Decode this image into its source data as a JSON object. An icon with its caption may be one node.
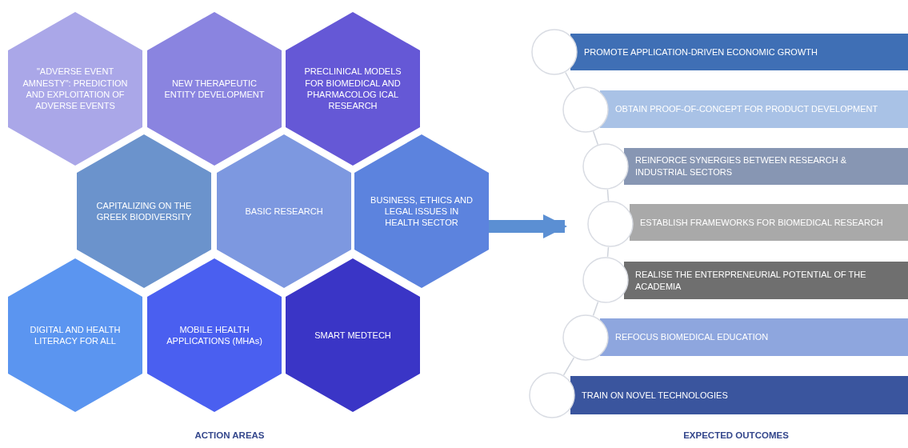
{
  "diagram": {
    "nodes": [
      {
        "text": [
          "\"ADVERSE EVENT AMNESTY\": PREDICTION AND EXPLOITATION OF ADVERSE EVENTS"
        ]
      },
      {
        "text": [
          "NEW THERAPEUTIC ENTITY DEVELOPMENT"
        ]
      },
      {
        "text": [
          "PRECLINICAL MODELS FOR BIOMEDICAL AND PHARMACOLOG ICAL RESEARCH"
        ]
      },
      {
        "text": [
          "CAPITALIZING ON THE GREEK BIODIVERSITY"
        ]
      },
      {
        "text": [
          "BASIC RESEARCH"
        ]
      },
      {
        "text": [
          "BUSINESS, ETHICS AND LEGAL ISSUES IN HEALTH SECTOR"
        ]
      },
      {
        "text": [
          "DIGITAL AND HEALTH LITERACY FOR ALL"
        ]
      },
      {
        "text": [
          "MOBILE HEALTH APPLICATIONS (MHAs)"
        ]
      },
      {
        "text": [
          "SMART MEDTECH"
        ]
      },
      {
        "text": [
          "PROMOTE APPLICATION-DRIVEN ECONOMIC GROWTH"
        ]
      },
      {
        "text": [
          "OBTAIN PROOF-OF-CONCEPT FOR PRODUCT DEVELOPMENT"
        ]
      },
      {
        "text": [
          "REINFORCE SYNERGIES BETWEEN RESEARCH & INDUSTRIAL SECTORS"
        ]
      },
      {
        "text": [
          "ESTABLISH FRAMEWORKS FOR BIOMEDICAL RESEARCH"
        ]
      },
      {
        "text": [
          "REALISE THE ENTERPRENEURIAL POTENTIAL OF THE ACADEMIA"
        ]
      },
      {
        "text": [
          "REFOCUS BIOMEDICAL EDUCATION"
        ]
      },
      {
        "text": [
          "TRAIN ON NOVEL TECHNOLOGIES"
        ]
      },
      {
        "text": [],
        "shape": "circle"
      },
      {
        "text": [],
        "shape": "circle"
      },
      {
        "text": [],
        "shape": "circle"
      },
      {
        "text": [],
        "shape": "circle"
      },
      {
        "text": [],
        "shape": "circle"
      },
      {
        "text": [],
        "shape": "circle"
      },
      {
        "text": [],
        "shape": "circle"
      }
    ],
    "edges": [
      {
        "from": 16,
        "to": 17,
        "arrow": "none"
      },
      {
        "from": 17,
        "to": 18,
        "arrow": "none"
      },
      {
        "from": 18,
        "to": 19,
        "arrow": "none"
      },
      {
        "from": 19,
        "to": 20,
        "arrow": "none"
      },
      {
        "from": 20,
        "to": 21,
        "arrow": "none"
      },
      {
        "from": 21,
        "to": 22,
        "arrow": "none"
      },
      {
        "from": 5,
        "to": 19,
        "arrow": "to",
        "style": "thick",
        "color": "#5b8fd3"
      }
    ],
    "labels": [
      "ACTION AREAS",
      "EXPECTED OUTCOMES"
    ]
  }
}
